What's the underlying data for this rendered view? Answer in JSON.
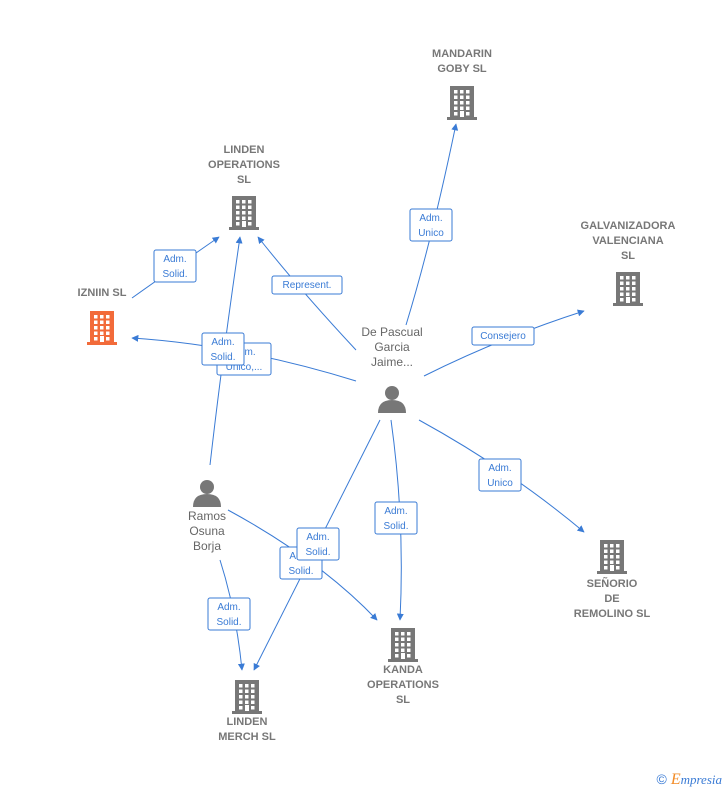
{
  "nodes": [
    {
      "id": "mandarin",
      "type": "company",
      "lines": [
        "MANDARIN",
        "GOBY SL"
      ],
      "color": "#777777"
    },
    {
      "id": "linden_ops",
      "type": "company",
      "lines": [
        "LINDEN",
        "OPERATIONS",
        "SL"
      ],
      "color": "#777777"
    },
    {
      "id": "galvanizadora",
      "type": "company",
      "lines": [
        "GALVANIZADORA",
        "VALENCIANA",
        "SL"
      ],
      "color": "#777777"
    },
    {
      "id": "izniin",
      "type": "company",
      "lines": [
        "IZNIIN SL"
      ],
      "color": "#f26b3a"
    },
    {
      "id": "depascual",
      "type": "person",
      "lines": [
        "De Pascual",
        "Garcia",
        "Jaime..."
      ],
      "color": "#777777"
    },
    {
      "id": "ramos",
      "type": "person",
      "lines": [
        "Ramos",
        "Osuna",
        "Borja"
      ],
      "color": "#777777"
    },
    {
      "id": "senorio",
      "type": "company",
      "lines": [
        "SEÑORIO",
        "DE",
        "REMOLINO SL"
      ],
      "color": "#777777"
    },
    {
      "id": "kanda",
      "type": "company",
      "lines": [
        "KANDA",
        "OPERATIONS",
        "SL"
      ],
      "color": "#777777"
    },
    {
      "id": "linden_merch",
      "type": "company",
      "lines": [
        "LINDEN",
        "MERCH SL"
      ],
      "color": "#777777"
    }
  ],
  "edges": [
    {
      "id": "e1",
      "from": "depascual",
      "to": "mandarin",
      "label": [
        "Adm.",
        "Unico"
      ]
    },
    {
      "id": "e2",
      "from": "izniin",
      "to": "linden_ops",
      "label": [
        "Adm.",
        "Solid."
      ]
    },
    {
      "id": "e3",
      "from": "depascual",
      "to": "linden_ops",
      "label": [
        "Represent."
      ]
    },
    {
      "id": "e4",
      "from": "depascual",
      "to": "galvanizadora",
      "label": [
        "Consejero"
      ]
    },
    {
      "id": "e5",
      "from": "depascual",
      "to": "izniin",
      "label": [
        "Adm.",
        "Unico,..."
      ]
    },
    {
      "id": "e6",
      "from": "ramos",
      "to": "linden_ops",
      "label": [
        "Adm.",
        "Solid."
      ]
    },
    {
      "id": "e7",
      "from": "depascual",
      "to": "senorio",
      "label": [
        "Adm.",
        "Unico"
      ]
    },
    {
      "id": "e8",
      "from": "depascual",
      "to": "kanda",
      "label": [
        "Adm.",
        "Solid."
      ]
    },
    {
      "id": "e9",
      "from": "ramos",
      "to": "kanda",
      "label": [
        "Adm.",
        "Solid."
      ]
    },
    {
      "id": "e10",
      "from": "depascual",
      "to": "linden_merch",
      "label": [
        "Adm.",
        "Solid."
      ]
    },
    {
      "id": "e11",
      "from": "ramos",
      "to": "linden_merch",
      "label": [
        "Adm.",
        "Solid."
      ]
    }
  ],
  "footer": {
    "copyright": "©",
    "brand_first": "E",
    "brand_rest": "mpresia"
  }
}
